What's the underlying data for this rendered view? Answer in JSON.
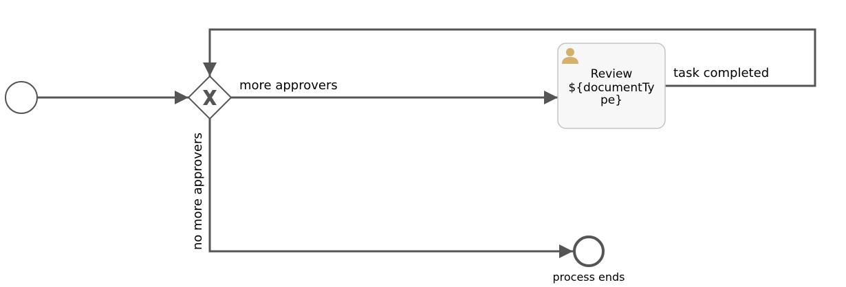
{
  "diagram": {
    "flows": {
      "more_approvers": "more approvers",
      "no_more_approvers": "no more approvers",
      "task_completed": "task completed"
    },
    "gateway": {
      "marker": "X",
      "icon": "exclusive-gateway-icon"
    },
    "task": {
      "line1": "Review",
      "line2": "${documentTy",
      "line3": "pe}",
      "icon": "user-task-icon"
    },
    "end_event": {
      "label": "process ends"
    },
    "colors": {
      "line": "#555555",
      "task_fill": "#f7f7f7",
      "task_border": "#c4c4c4",
      "user_icon": "#d4b06a"
    }
  }
}
